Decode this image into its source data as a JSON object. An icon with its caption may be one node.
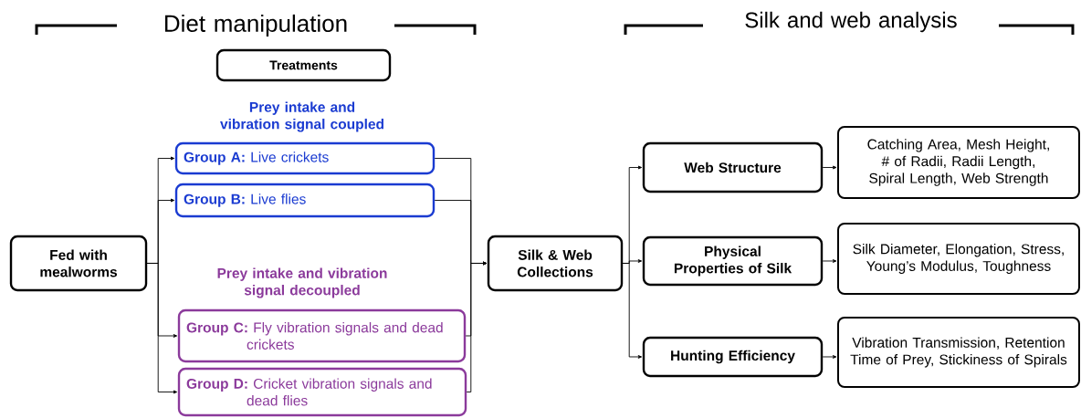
{
  "diagram": {
    "nodes": [
      {
        "text": [
          "Fed with mealworms"
        ]
      },
      {
        "text": [
          "Treatments"
        ]
      },
      {
        "text": [
          "**Group A:** Live crickets"
        ]
      },
      {
        "text": [
          "**Group B:** Live flies"
        ]
      },
      {
        "text": [
          "**Group C:** Fly vibration signals and dead crickets"
        ]
      },
      {
        "text": [
          "**Group D:** Cricket vibration signals and dead flies"
        ]
      },
      {
        "text": [
          "Silk & Web Collections"
        ]
      },
      {
        "text": [
          "Web Structure"
        ]
      },
      {
        "text": [
          "Physical Properties of Silk"
        ]
      },
      {
        "text": [
          "Hunting Efficiency"
        ]
      },
      {
        "text": [
          "Catching Area, Mesh Height, # of Radii, Radii Length, Spiral Length, Web Strength"
        ]
      },
      {
        "text": [
          "Silk Diameter, Elongation, Stress, Young’s Modulus, Toughness"
        ]
      },
      {
        "text": [
          "Vibration Transmission, Retention Time of Prey, Stickiness of Spirals"
        ]
      }
    ],
    "edges": [
      {
        "from": 0,
        "to": 2,
        "arrow": "to"
      },
      {
        "from": 0,
        "to": 3,
        "arrow": "to"
      },
      {
        "from": 0,
        "to": 4,
        "arrow": "to"
      },
      {
        "from": 0,
        "to": 5,
        "arrow": "to"
      },
      {
        "from": 2,
        "to": 6,
        "arrow": "to"
      },
      {
        "from": 3,
        "to": 6,
        "arrow": "to"
      },
      {
        "from": 4,
        "to": 6,
        "arrow": "to"
      },
      {
        "from": 5,
        "to": 6,
        "arrow": "to"
      },
      {
        "from": 6,
        "to": 7,
        "arrow": "to"
      },
      {
        "from": 6,
        "to": 8,
        "arrow": "to"
      },
      {
        "from": 6,
        "to": 9,
        "arrow": "to"
      },
      {
        "from": 7,
        "to": 10,
        "arrow": "to"
      },
      {
        "from": 8,
        "to": 11,
        "arrow": "to"
      },
      {
        "from": 9,
        "to": 12,
        "arrow": "to"
      }
    ],
    "labels": [
      "Diet manipulation",
      "Silk and web analysis",
      "Prey intake and vibration signal coupled",
      "Prey intake and vibration signal decoupled"
    ]
  }
}
